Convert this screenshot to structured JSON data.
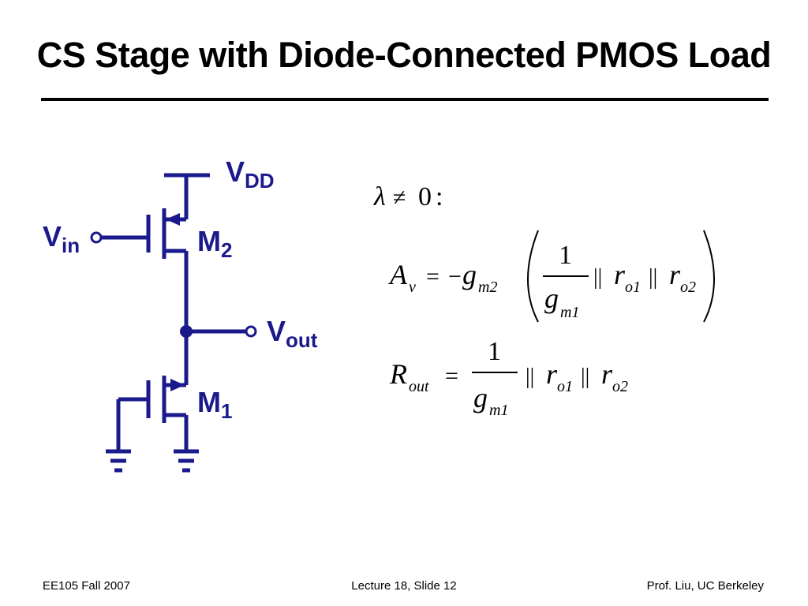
{
  "slide": {
    "title": "CS Stage with Diode-Connected PMOS Load",
    "footer_left": "EE105 Fall 2007",
    "footer_center": "Lecture 18, Slide 12",
    "footer_right": "Prof. Liu, UC Berkeley"
  },
  "circuit": {
    "color": "#1a1a8c",
    "labels": {
      "vdd_main": "V",
      "vdd_sub": "DD",
      "vin_main": "V",
      "vin_sub": "in",
      "vout_main": "V",
      "vout_sub": "out",
      "m2_main": "M",
      "m2_sub": "2",
      "m1_main": "M",
      "m1_sub": "1"
    }
  },
  "equations": {
    "condition": {
      "lambda": "λ",
      "neq": "≠",
      "zero": "0",
      "colon": ":"
    },
    "av": {
      "lhs_main": "A",
      "lhs_sub": "v",
      "eq": "=",
      "minus": "−",
      "g": "g",
      "g_sub": "m2",
      "frac_num": "1",
      "frac_den_g": "g",
      "frac_den_sub": "m1",
      "par1": "||",
      "r1": "r",
      "r1_sub": "o1",
      "par2": "||",
      "r2": "r",
      "r2_sub": "o2"
    },
    "rout": {
      "lhs_main": "R",
      "lhs_sub": "out",
      "eq": "=",
      "frac_num": "1",
      "frac_den_g": "g",
      "frac_den_sub": "m1",
      "par1": "||",
      "r1": "r",
      "r1_sub": "o1",
      "par2": "||",
      "r2": "r",
      "r2_sub": "o2"
    }
  }
}
